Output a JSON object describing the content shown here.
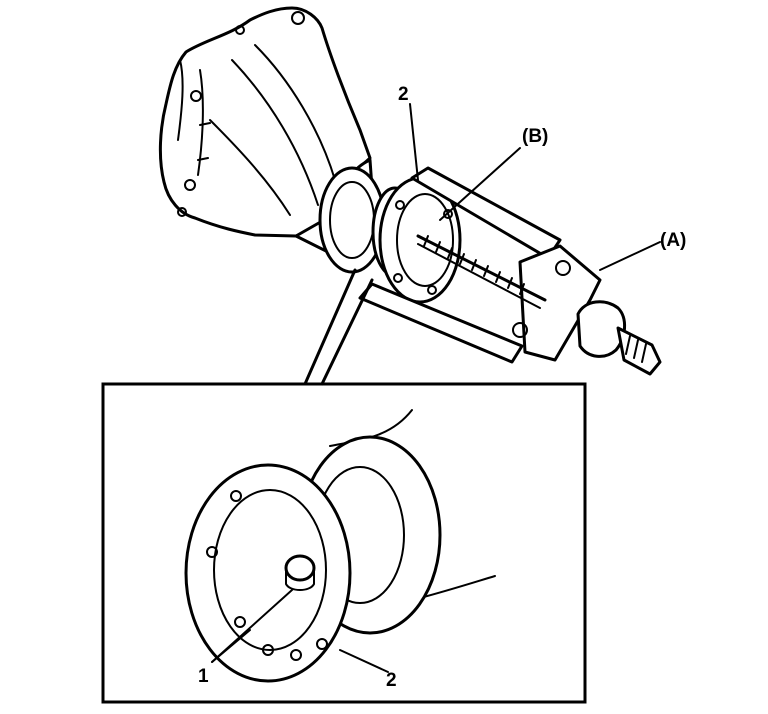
{
  "labels": {
    "part_2_top": "2",
    "tool_b": "(B)",
    "tool_a": "(A)",
    "part_1_detail": "1",
    "part_2_detail": "2"
  }
}
